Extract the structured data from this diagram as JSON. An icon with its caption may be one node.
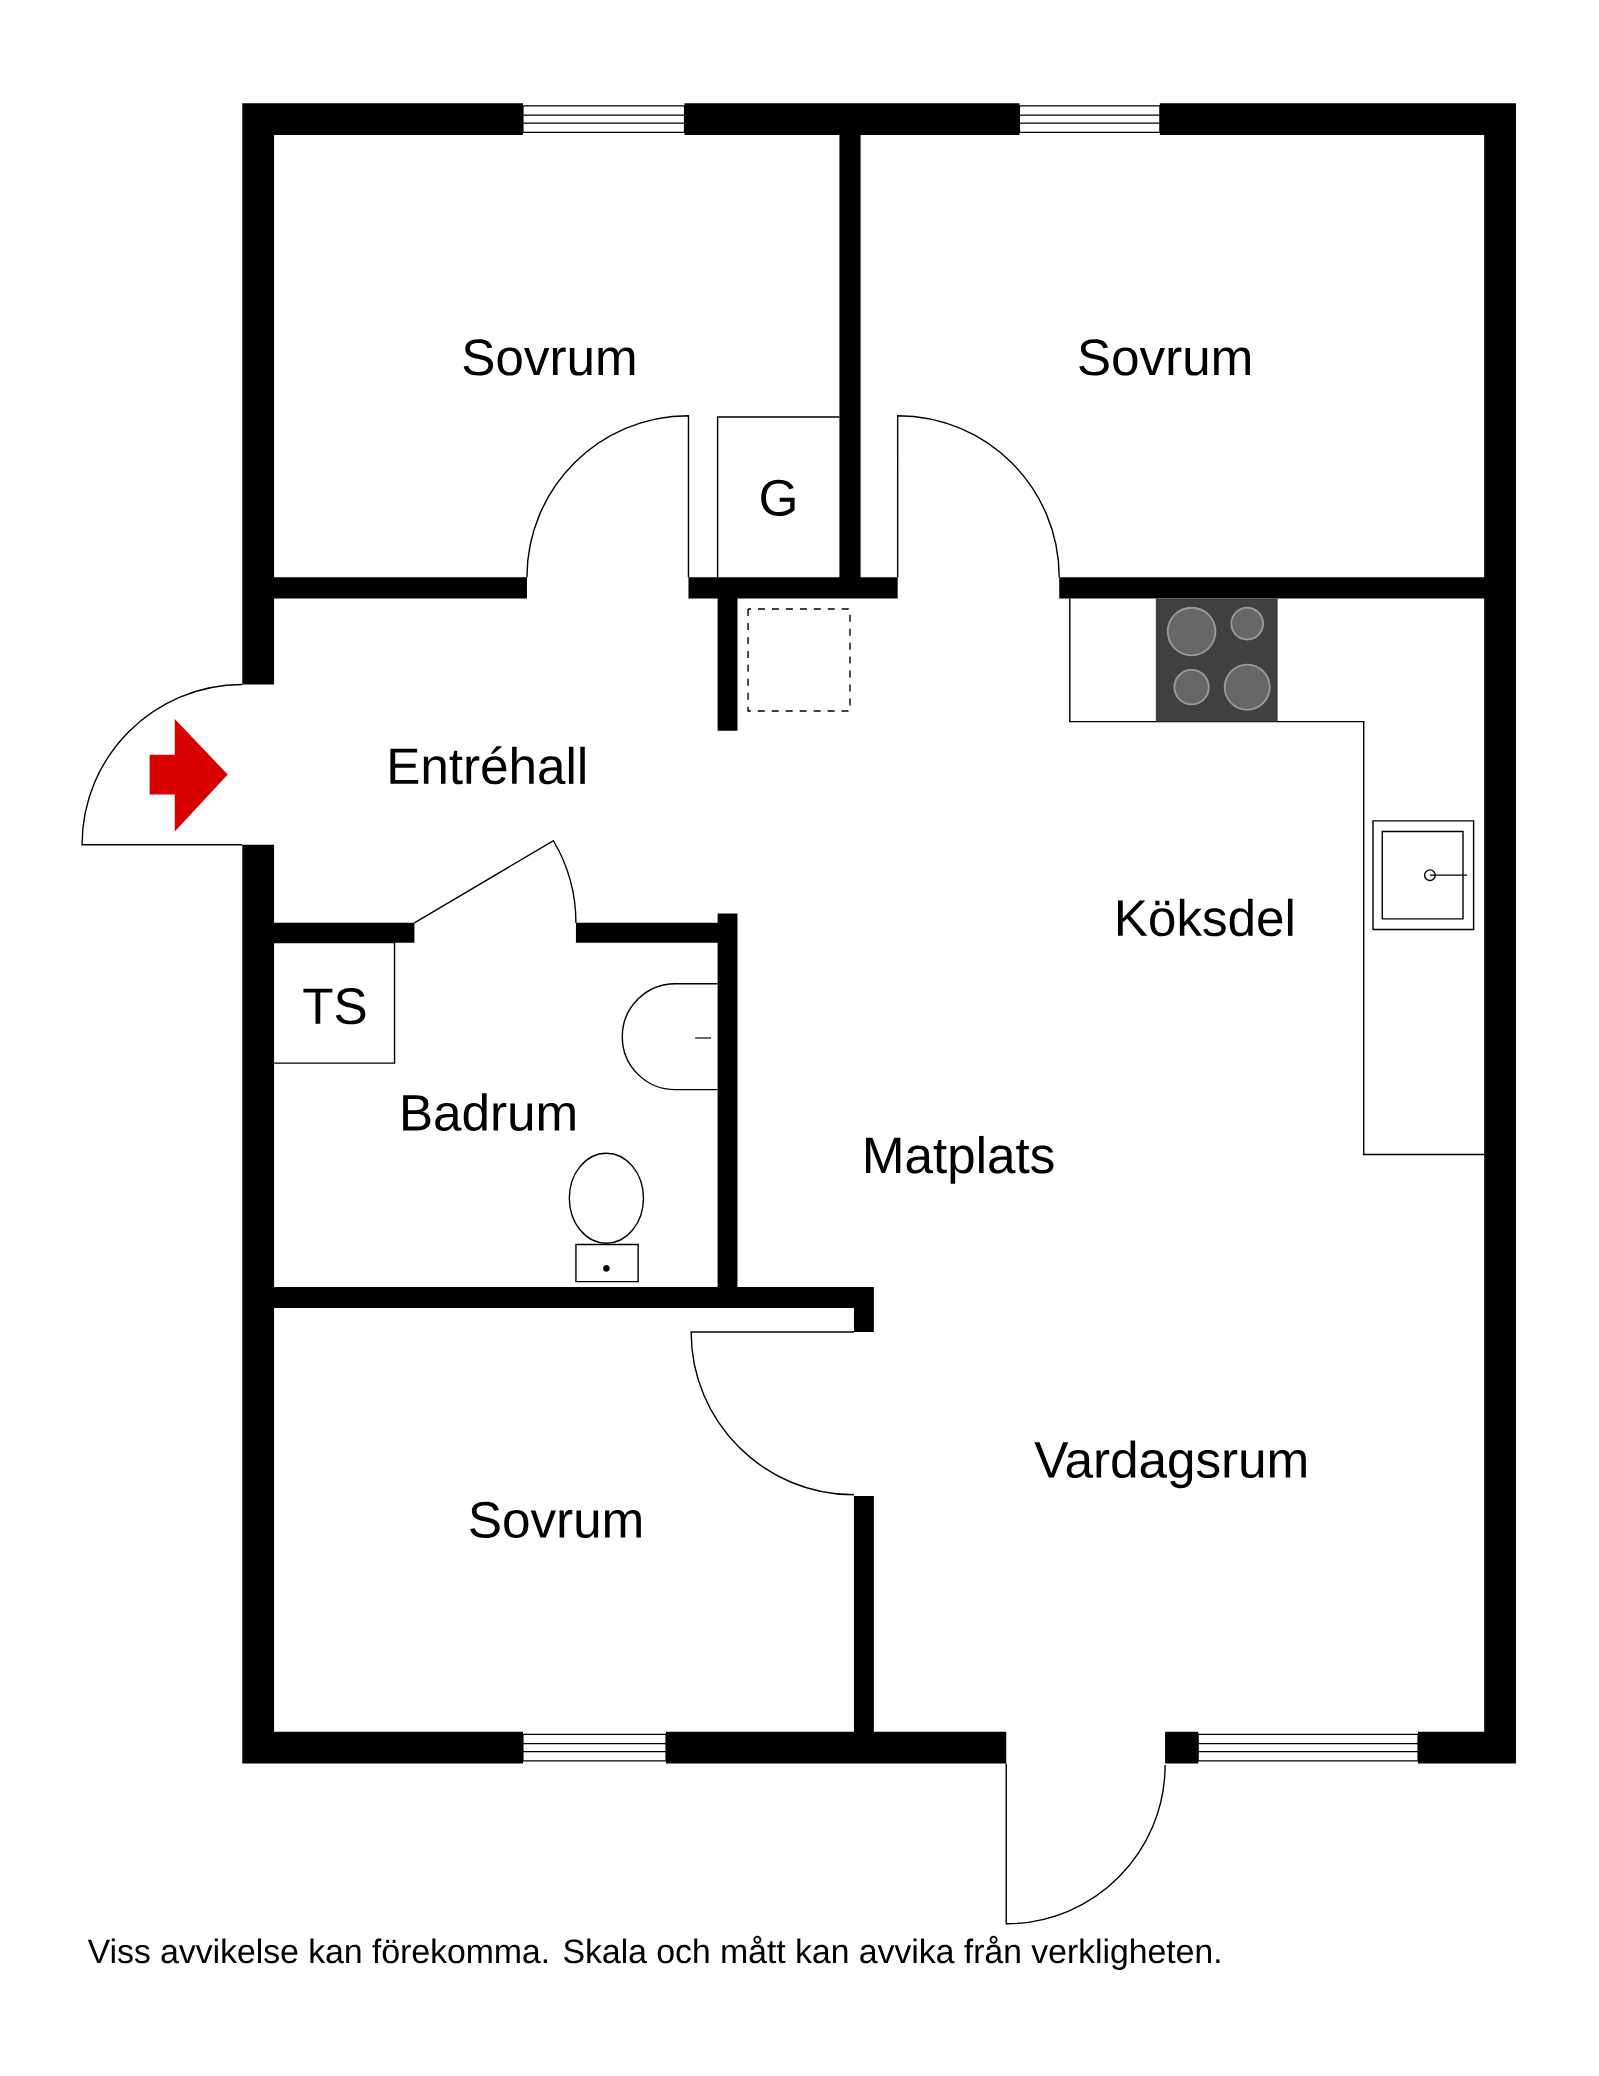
{
  "diagram": {
    "caption": "Viss avvikelse kan förekomma. Skala och mått kan avvika från verkligheten.",
    "nodes": [
      {
        "text": [
          "G"
        ]
      },
      {
        "text": [
          "TS"
        ]
      }
    ],
    "labels": [
      "Sovrum",
      "Sovrum",
      "Entréhall",
      "Köksdel",
      "Badrum",
      "Matplats",
      "Sovrum",
      "Vardagsrum"
    ]
  }
}
